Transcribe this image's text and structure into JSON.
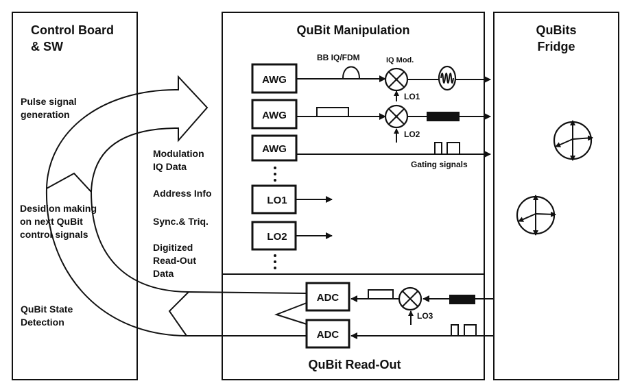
{
  "panels": {
    "control": {
      "title_line1": "Control Board",
      "title_line2": "& SW"
    },
    "manipulation": {
      "title": "QuBit Manipulation"
    },
    "fridge": {
      "title_line1": "QuBits",
      "title_line2": "Fridge"
    },
    "readout": {
      "title": "QuBit Read-Out"
    }
  },
  "control_labels": {
    "pulse": [
      "Pulse signal",
      "generation"
    ],
    "decision": [
      "Desidion making",
      "on next QuBit",
      "control signals"
    ],
    "detection": [
      "QuBit State",
      "Detection"
    ]
  },
  "interface_labels": {
    "modulation": [
      "Modulation",
      "IQ Data"
    ],
    "address": "Address Info",
    "sync": "Sync.& Triq.",
    "digitized": [
      "Digitized",
      "Read-Out",
      "Data"
    ]
  },
  "blocks": {
    "awg": [
      "AWG",
      "AWG",
      "AWG"
    ],
    "lo": [
      "LO1",
      "LO2"
    ],
    "adc": [
      "ADC",
      "ADC"
    ]
  },
  "signal_labels": {
    "bb": "BB IQ/FDM",
    "iqmod": "IQ Mod.",
    "lo1": "LO1",
    "lo2": "LO2",
    "lo3": "LO3",
    "gating": "Gating signals"
  },
  "icons": {
    "mixer": "mixer-x-circle-icon",
    "bloch": "bloch-sphere-icon"
  }
}
